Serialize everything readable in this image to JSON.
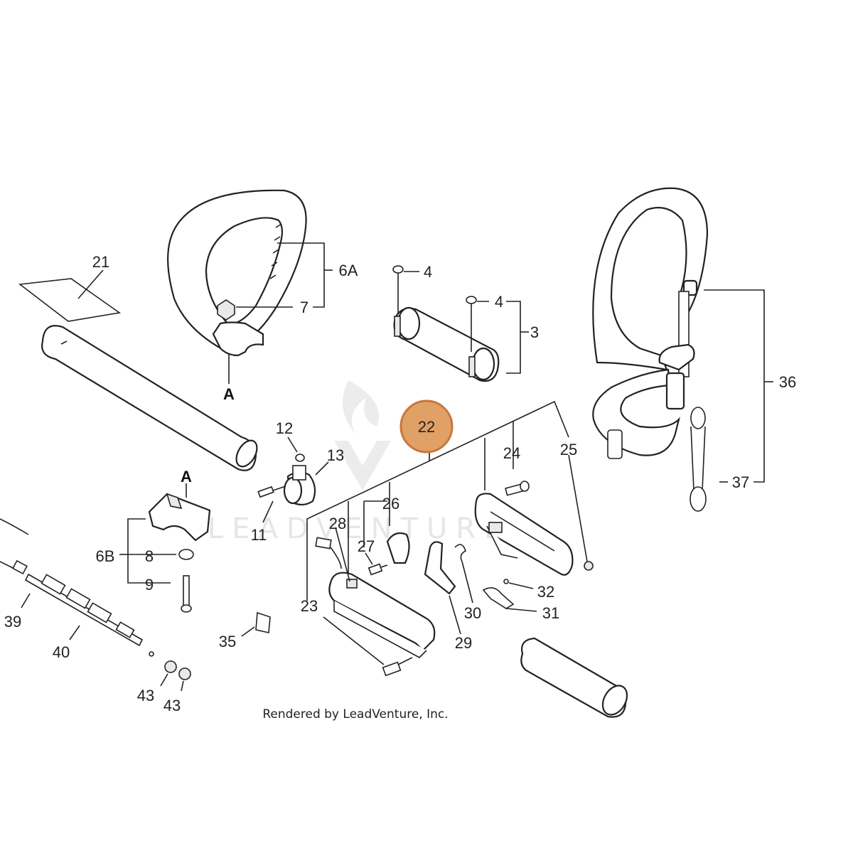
{
  "watermark": {
    "text": "LEADVENTURE"
  },
  "credit": "Rendered by LeadVenture, Inc.",
  "highlight": {
    "label": "22",
    "color": "#e0a066",
    "border": "#c9773a"
  },
  "callouts": {
    "c21": "21",
    "c6A": "6A",
    "c7": "7",
    "cA_top": "A",
    "c4a": "4",
    "c4b": "4",
    "c3": "3",
    "c36": "36",
    "c37": "37",
    "c12": "12",
    "c13": "13",
    "c11": "11",
    "c24": "24",
    "c25": "25",
    "c26": "26",
    "c28": "28",
    "c27": "27",
    "cA_mid": "A",
    "c6B": "6B",
    "c8": "8",
    "c9": "9",
    "c32": "32",
    "c31": "31",
    "c30": "30",
    "c29": "29",
    "c23": "23",
    "c39": "39",
    "c40": "40",
    "c35": "35",
    "c43a": "43",
    "c43b": "43"
  }
}
